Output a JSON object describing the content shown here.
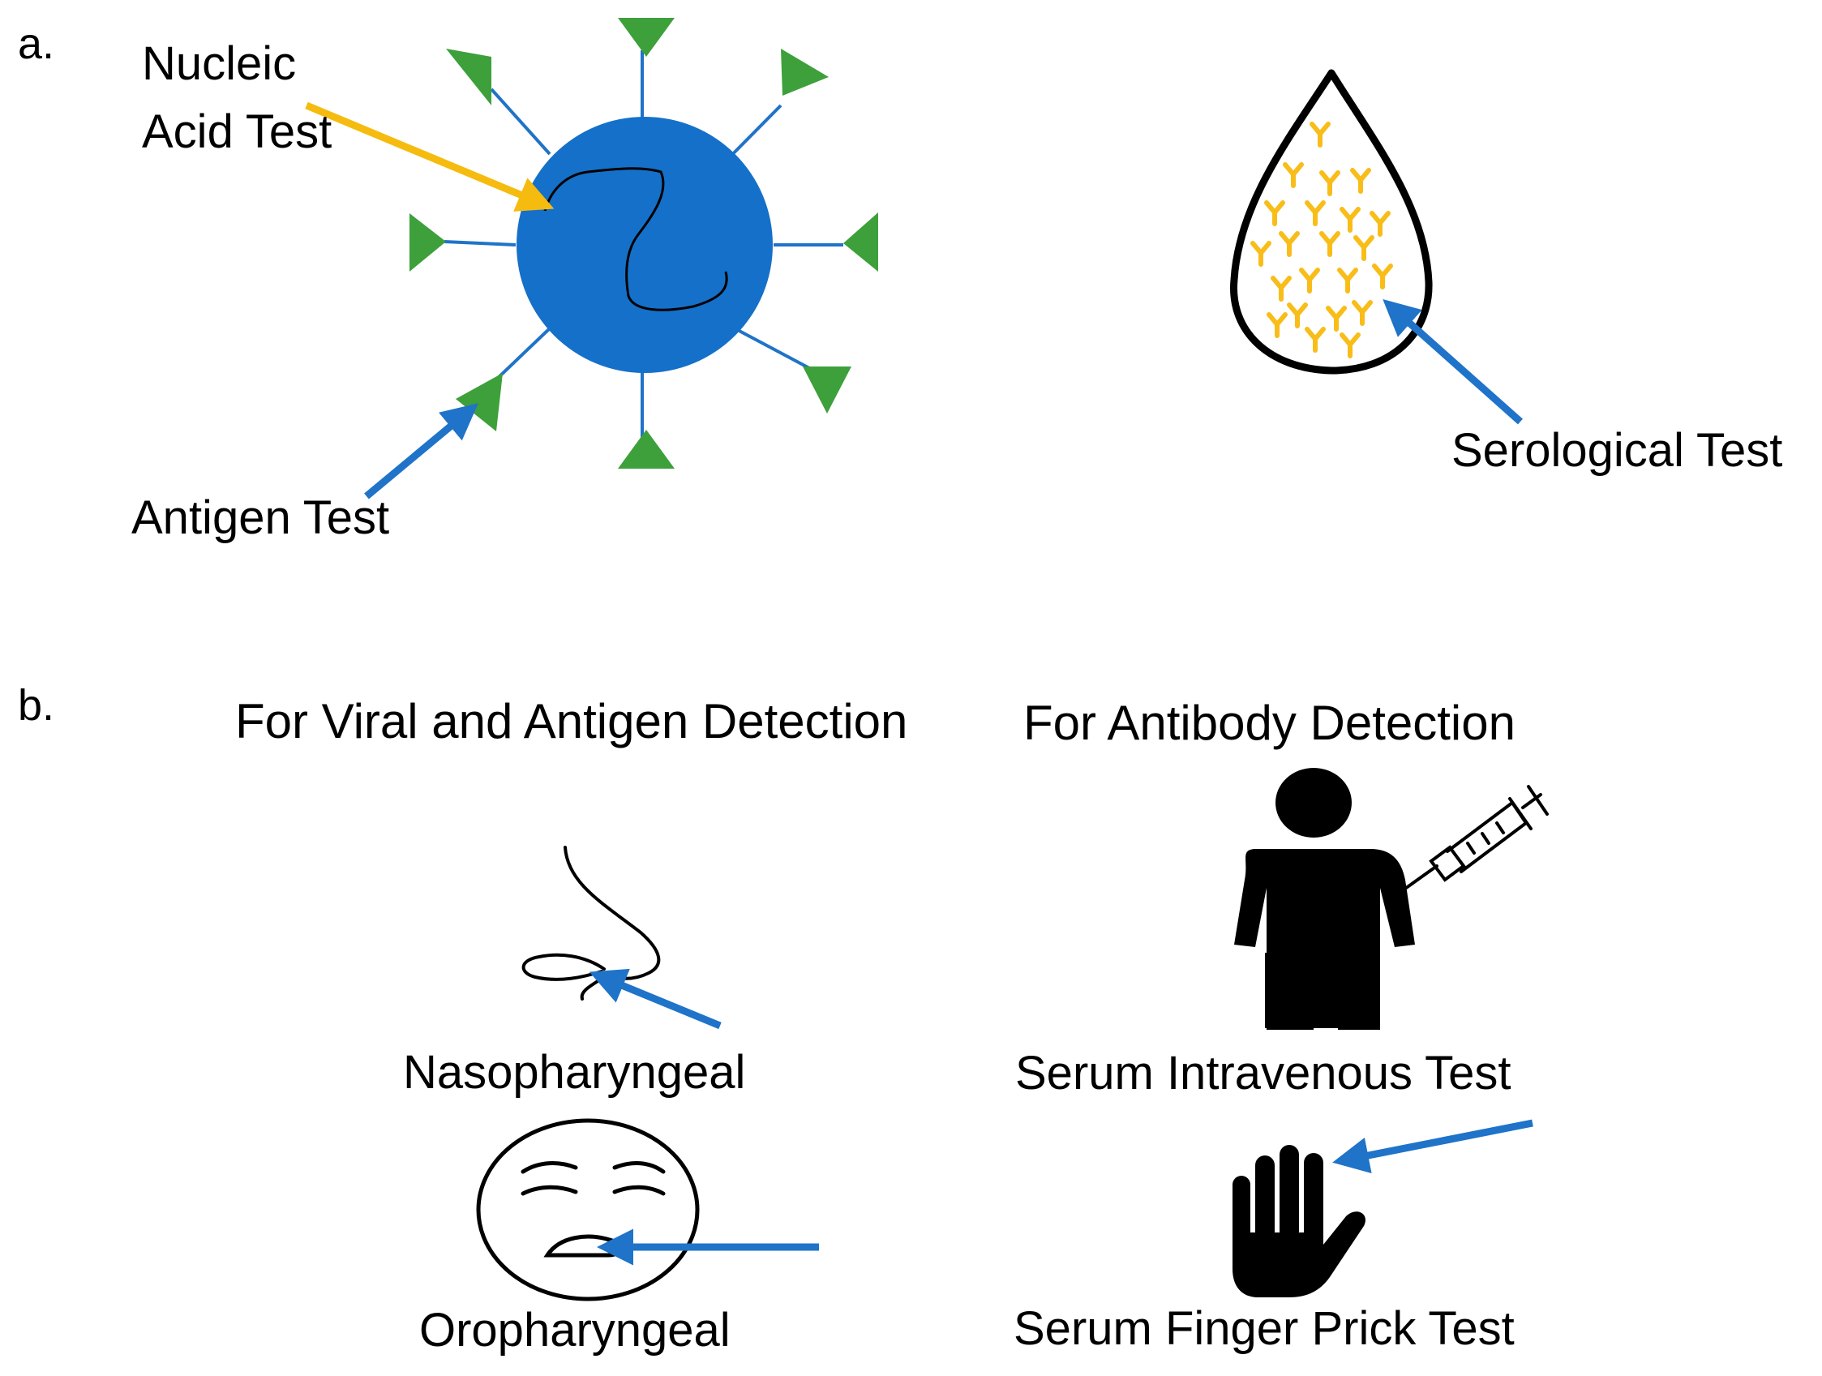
{
  "panel_a": {
    "label": "a.",
    "nucleic_acid_label": [
      "Nucleic",
      "Acid Test"
    ],
    "antigen_label": "Antigen Test",
    "serological_label": "Serological Test"
  },
  "panel_b": {
    "label": "b.",
    "viral_heading": "For Viral and Antigen Detection",
    "antibody_heading": "For Antibody Detection",
    "nasopharyngeal_label": "Nasopharyngeal",
    "oropharyngeal_label": "Oropharyngeal",
    "intravenous_label": "Serum Intravenous Test",
    "finger_prick_label": "Serum Finger Prick Test"
  },
  "colors": {
    "virus_body": "#1570C9",
    "spike_triangle": "#3DA03A",
    "arrow_blue": "#1F73C8",
    "arrow_yellow": "#F5BB0F",
    "antibody": "#F8BD18",
    "ink": "#000000"
  },
  "icons": [
    "virus-icon",
    "blood-drop-icon",
    "antibody-icon",
    "nose-icon",
    "face-icon",
    "person-icon",
    "syringe-icon",
    "hand-icon"
  ]
}
